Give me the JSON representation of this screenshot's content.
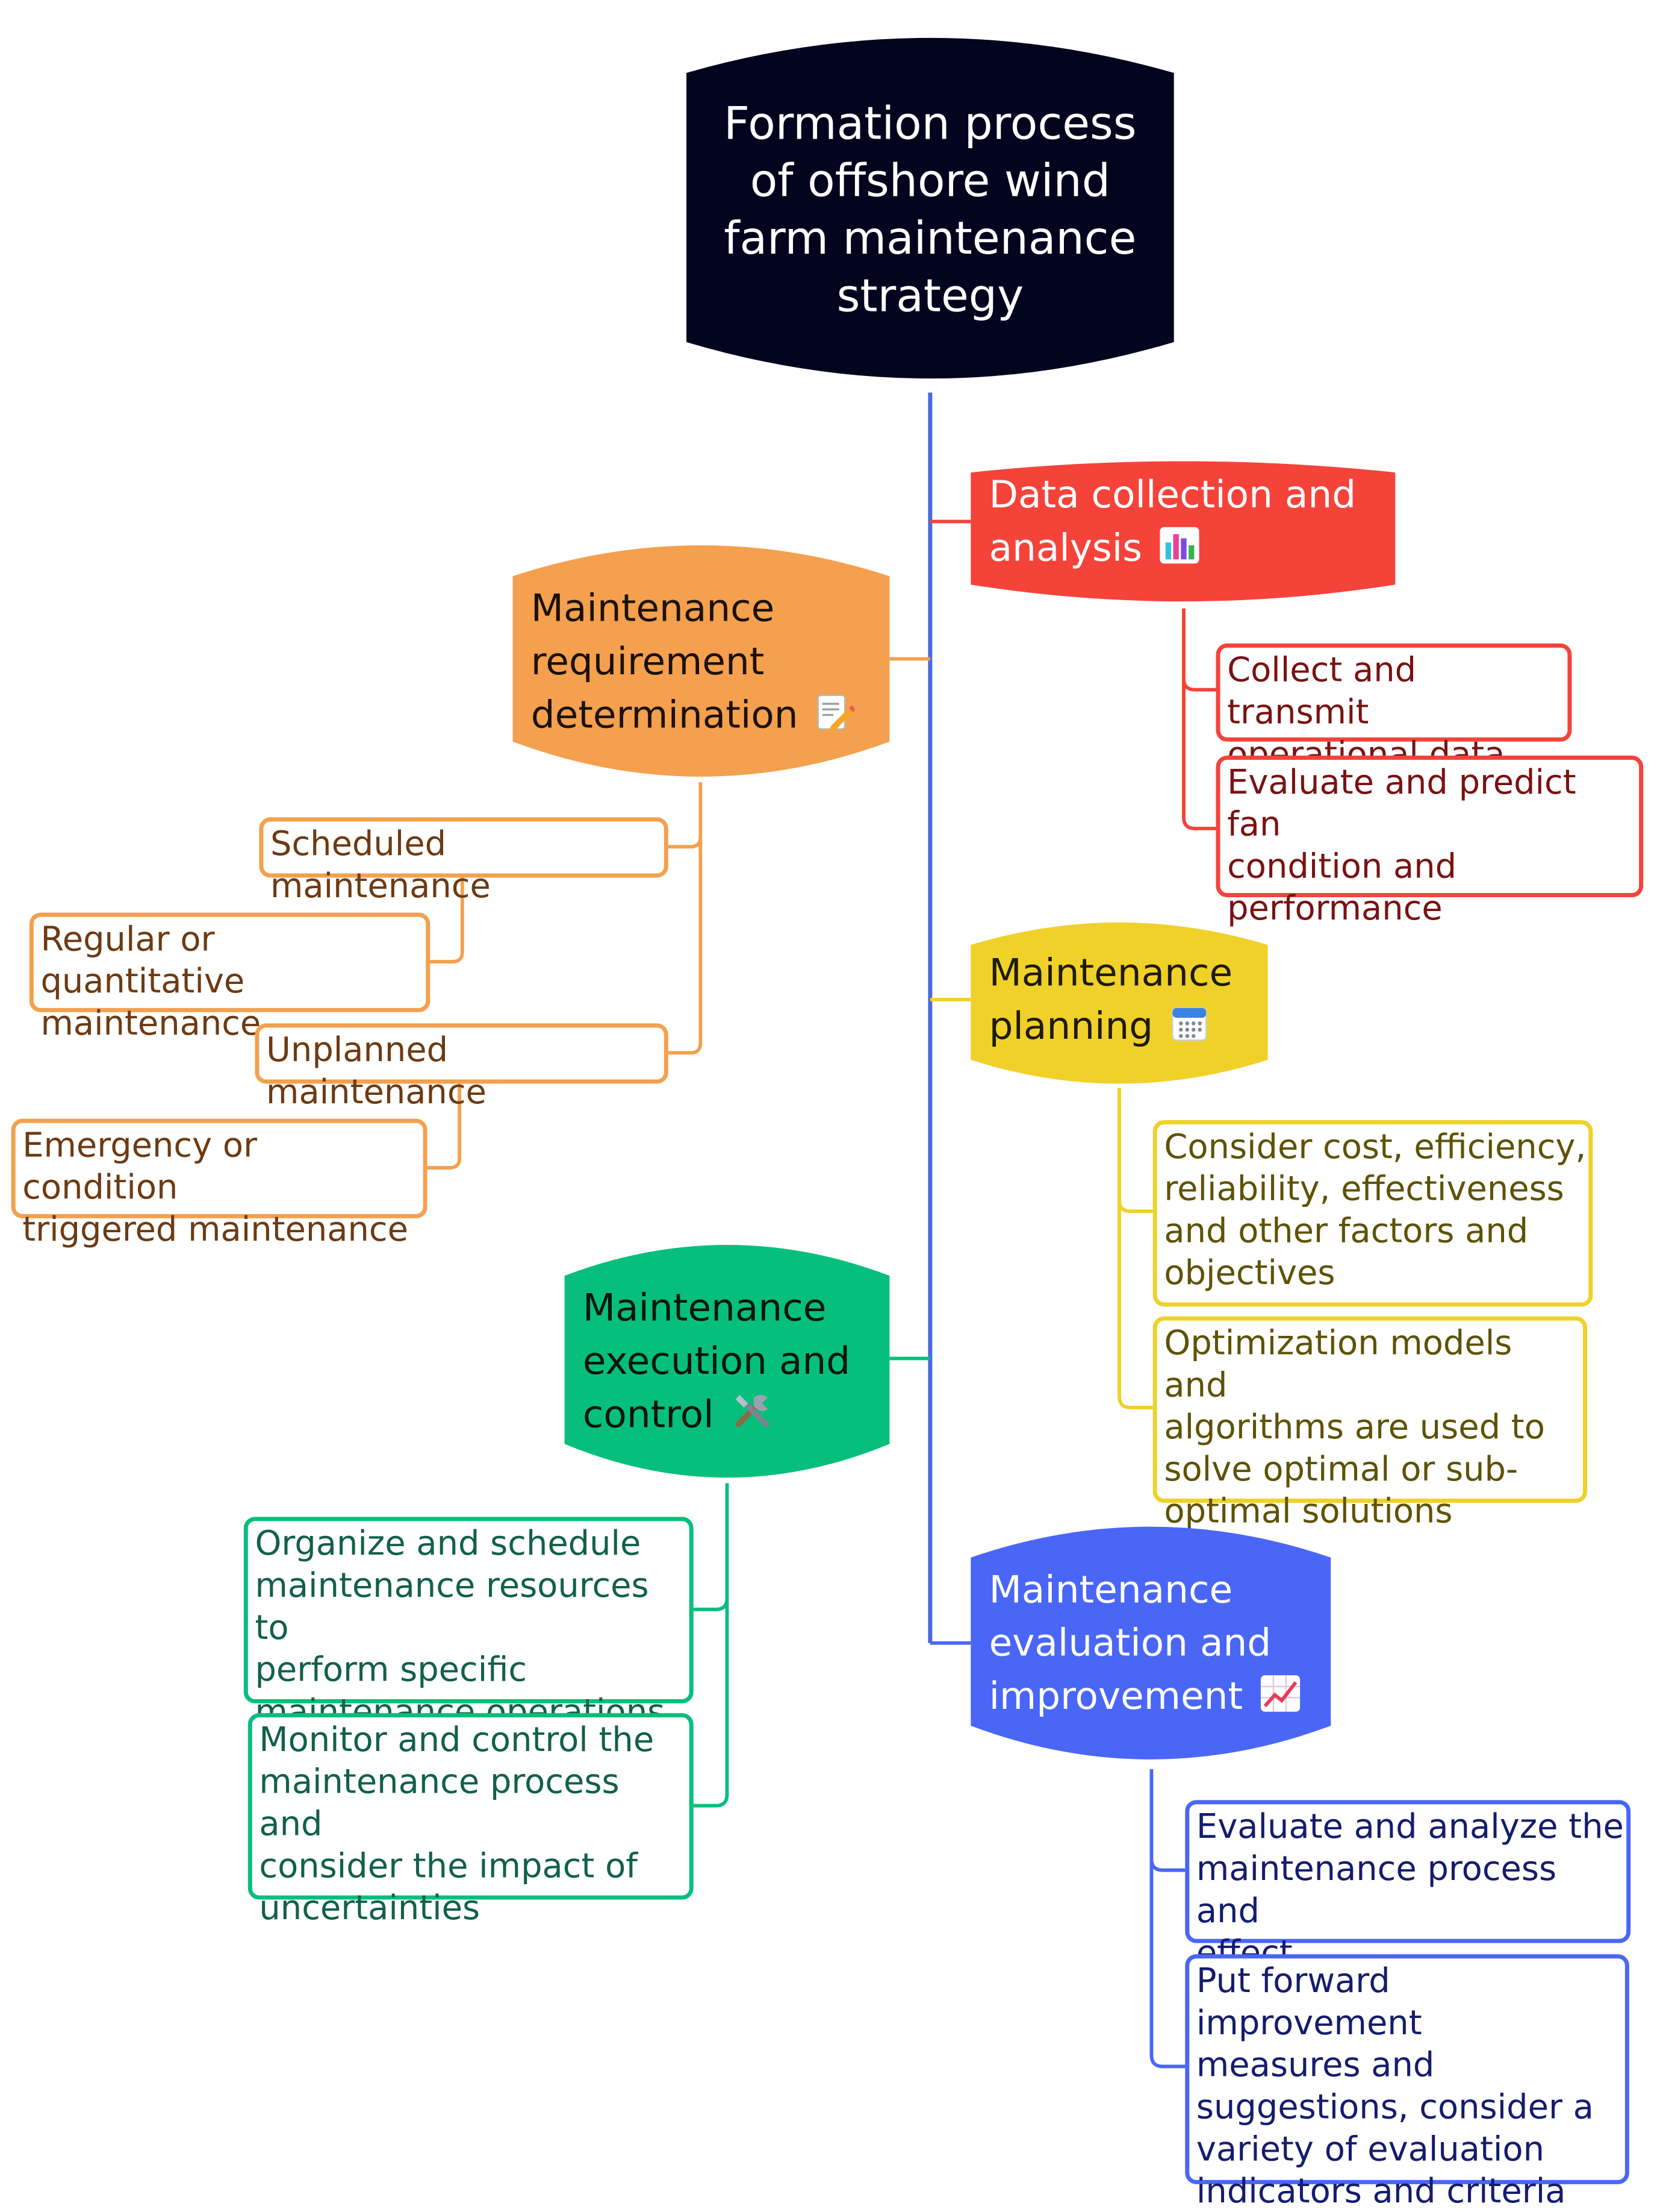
{
  "root": {
    "label": "Formation process\nof offshore wind\nfarm maintenance\nstrategy"
  },
  "colors": {
    "root": "#03051f",
    "spine": "#4a6ae0",
    "data_collection": "#f5433a",
    "requirement": "#f4a04e",
    "planning": "#f0d12a",
    "execution": "#06bf7c",
    "evaluation": "#4a66f7",
    "text_red": "#7a1212",
    "text_orange": "#6d3a12",
    "text_yellow": "#5e5205",
    "text_green": "#12604a",
    "text_blue": "#141c6e"
  },
  "branches": {
    "data_collection": {
      "label": "Data collection and\nanalysis",
      "icon": "bar-chart-icon",
      "items": [
        {
          "label": "Collect and transmit\noperational data"
        },
        {
          "label": "Evaluate and predict fan\ncondition and\nperformance"
        }
      ]
    },
    "requirement": {
      "label": "Maintenance\nrequirement\ndetermination",
      "icon": "memo-pencil-icon",
      "items": [
        {
          "label": "Scheduled maintenance",
          "sub": "Regular or quantitative\nmaintenance"
        },
        {
          "label": "Unplanned maintenance",
          "sub": "Emergency or condition\ntriggered maintenance"
        }
      ]
    },
    "planning": {
      "label": "Maintenance\nplanning",
      "icon": "calendar-icon",
      "items": [
        {
          "label": "Consider cost, efficiency,\nreliability, effectiveness\nand other factors and\nobjectives"
        },
        {
          "label": "Optimization models and\nalgorithms are used to\nsolve optimal or sub-\noptimal solutions"
        }
      ]
    },
    "execution": {
      "label": "Maintenance\nexecution and\ncontrol",
      "icon": "tools-icon",
      "items": [
        {
          "label": "Organize and schedule\nmaintenance resources to\nperform specific\nmaintenance operations"
        },
        {
          "label": "Monitor and control the\nmaintenance process and\nconsider the impact of\nuncertainties"
        }
      ]
    },
    "evaluation": {
      "label": "Maintenance\nevaluation and\nimprovement",
      "icon": "trending-up-chart-icon",
      "items": [
        {
          "label": "Evaluate and analyze the\nmaintenance process and\neffect"
        },
        {
          "label": "Put forward improvement\nmeasures and\nsuggestions, consider a\nvariety of evaluation\nindicators and criteria"
        }
      ]
    }
  }
}
